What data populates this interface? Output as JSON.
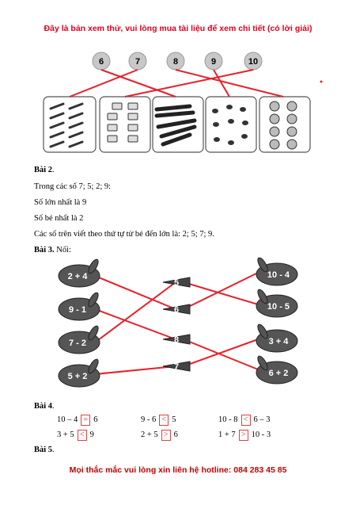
{
  "header_notice": "Đây là bản xem thử, vui lòng mua tài liệu để xem chi tiết (có lời giải)",
  "footer_notice": "Mọi thắc mắc vui lòng xin liên hệ hotline: 084 283 45 85",
  "bai1": {
    "numbers": [
      "6",
      "7",
      "8",
      "9",
      "10"
    ]
  },
  "bai2": {
    "title": "Bài 2",
    "title_suffix": ".",
    "lines": [
      "Trong các số 7; 5; 2; 9:",
      "Số lớn nhất là 9",
      "Số bé nhất là 2",
      "Các số trên viết theo thứ tự từ bé đến lớn là: 2; 5; 7; 9."
    ]
  },
  "bai3": {
    "title": "Bài 3.",
    "subtitle": "Nối:",
    "left_rabbits": [
      "2 + 4",
      "9 - 1",
      "7 - 2",
      "5 + 2"
    ],
    "carrots": [
      "5",
      "6",
      "8",
      "7"
    ],
    "right_rabbits": [
      "10 - 4",
      "10 - 5",
      "3 + 4",
      "6 + 2"
    ]
  },
  "bai4": {
    "title": "Bài 4",
    "title_suffix": ".",
    "rows": [
      [
        {
          "left": "10 – 4",
          "sign": "=",
          "right": "6"
        },
        {
          "left": "9 - 6",
          "sign": "<",
          "right": "5"
        },
        {
          "left": "10 - 8",
          "sign": "<",
          "right": "6 – 3"
        }
      ],
      [
        {
          "left": "3 + 5",
          "sign": "<",
          "right": "9"
        },
        {
          "left": "2 + 5",
          "sign": ">",
          "right": "6"
        },
        {
          "left": "1 + 7",
          "sign": ">",
          "right": "10 - 3"
        }
      ]
    ]
  },
  "bai5": {
    "title": "Bài 5",
    "title_suffix": "."
  },
  "colors": {
    "line": "#e8202a",
    "banner_top": "#e0001b",
    "box": "#e04040"
  }
}
